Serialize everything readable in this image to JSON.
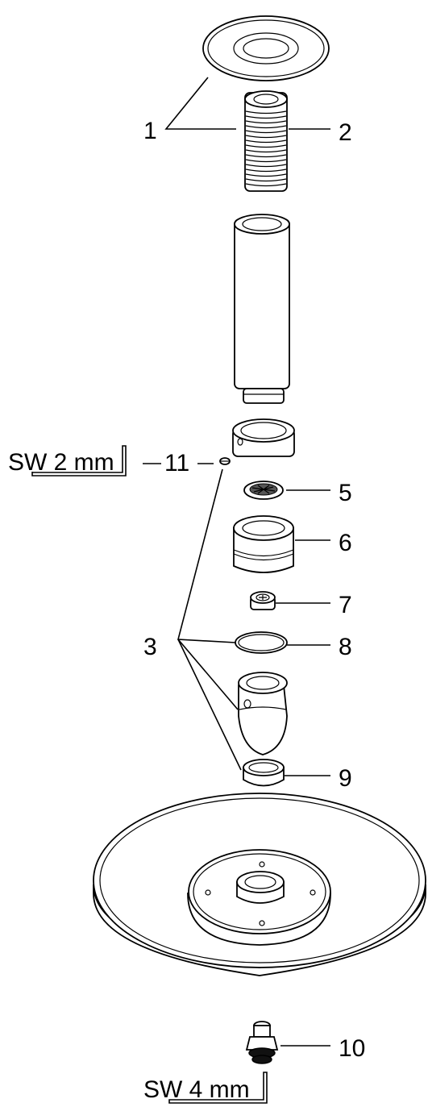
{
  "callouts": {
    "c1": "1",
    "c2": "2",
    "c3": "3",
    "c5": "5",
    "c6": "6",
    "c7": "7",
    "c8": "8",
    "c9": "9",
    "c10": "10",
    "c11": "11"
  },
  "tools": {
    "hex_key_small": "SW 2 mm",
    "hex_key_large": "SW 4 mm"
  }
}
